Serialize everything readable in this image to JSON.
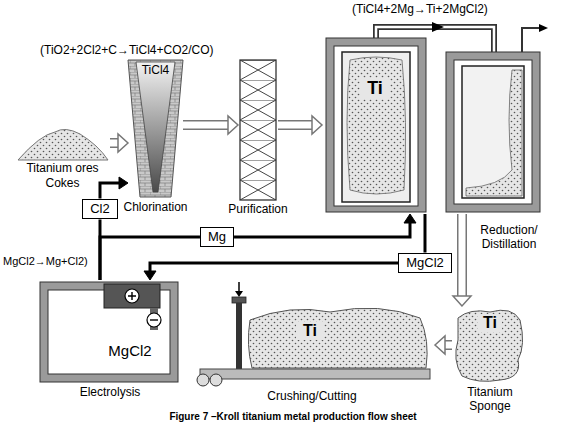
{
  "diagram": {
    "caption": "Figure 7 –Kroll titanium metal production flow sheet",
    "nodes": [
      {
        "text": [
          "Titanium ores",
          "Cokes"
        ]
      },
      {
        "text": [
          "TiCl4",
          "Chlorination"
        ]
      },
      {
        "text": [
          "Purification"
        ]
      },
      {
        "text": [
          "Ti",
          "Reduction/ Distillation"
        ]
      },
      {
        "text": [
          "Ti",
          "Titanium Sponge"
        ]
      },
      {
        "text": [
          "Ti",
          "Crushing/Cutting"
        ]
      },
      {
        "text": [
          "MgCl2",
          "Electrolysis"
        ]
      },
      {
        "text": [
          "Cl2"
        ]
      },
      {
        "text": [
          "Mg"
        ]
      },
      {
        "text": [
          "MgCl2"
        ]
      }
    ],
    "edges": [
      {
        "from": 0,
        "to": 1,
        "arrow": "to"
      },
      {
        "from": 1,
        "to": 2,
        "arrow": "to"
      },
      {
        "from": 2,
        "to": 3,
        "arrow": "to"
      },
      {
        "from": 3,
        "to": 4,
        "arrow": "to"
      },
      {
        "from": 4,
        "to": 5,
        "arrow": "to"
      },
      {
        "from": 6,
        "to": 7,
        "arrow": "none"
      },
      {
        "from": 7,
        "to": 1,
        "arrow": "to"
      },
      {
        "from": 6,
        "to": 8,
        "arrow": "none"
      },
      {
        "from": 8,
        "to": 3,
        "arrow": "to"
      },
      {
        "from": 3,
        "to": 9,
        "arrow": "none"
      },
      {
        "from": 9,
        "to": 6,
        "arrow": "to"
      }
    ],
    "labels": [
      "(TiO2+2Cl2+C→TiCl4+CO2/CO)",
      "(TiCl4+2Mg→Ti+2MgCl2)",
      "MgCl2→Mg+Cl2)"
    ]
  }
}
